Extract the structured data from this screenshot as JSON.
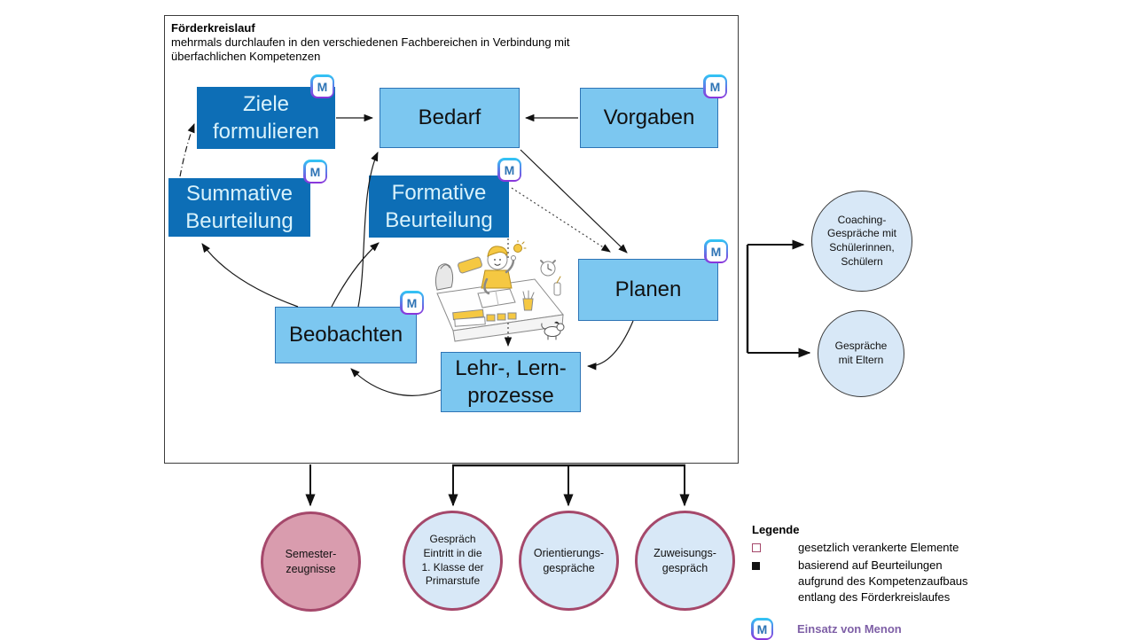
{
  "header": {
    "title": "Förderkreislauf",
    "subtitle": [
      "mehrmals durchlaufen in den verschiedenen Fachbereichen in Verbindung mit",
      "überfachlichen Kompetenzen"
    ]
  },
  "menon": {
    "letter": "M"
  },
  "boxes": {
    "ziele": {
      "lines": [
        "Ziele",
        "formulieren"
      ]
    },
    "bedarf": {
      "lines": [
        "Bedarf"
      ]
    },
    "vorgaben": {
      "lines": [
        "Vorgaben"
      ]
    },
    "summative": {
      "lines": [
        "Summative",
        "Beurteilung"
      ]
    },
    "formative": {
      "lines": [
        "Formative",
        "Beurteilung"
      ]
    },
    "planen": {
      "lines": [
        "Planen"
      ]
    },
    "beobachten": {
      "lines": [
        "Beobachten"
      ]
    },
    "lehr": {
      "lines": [
        "Lehr-, Lern-",
        "prozesse"
      ]
    }
  },
  "circles": {
    "coaching": {
      "lines": [
        "Coaching-",
        "Gespräche mit",
        "Schülerinnen,",
        "Schülern"
      ]
    },
    "eltern": {
      "lines": [
        "Gespräche",
        "mit Eltern"
      ]
    },
    "semester": {
      "lines": [
        "Semester-",
        "zeugnisse"
      ]
    },
    "eintritt": {
      "lines": [
        "Gespräch",
        "Eintritt in die",
        "1. Klasse der",
        "Primarstufe"
      ]
    },
    "orientierung": {
      "lines": [
        "Orientierungs-",
        "gespräche"
      ]
    },
    "zuweisung": {
      "lines": [
        "Zuweisungs-",
        "gespräch"
      ]
    }
  },
  "legend": {
    "title": "Legende",
    "item_square_outline": "gesetzlich verankerte Elemente",
    "item_square_filled": [
      "basierend auf Beurteilungen",
      "aufgrund des Kompetenzaufbaus",
      "entlang des Förderkreislaufes"
    ],
    "item_menon": "Einsatz von Menon"
  },
  "colors": {
    "box_light_fill": "#7CC7F0",
    "box_light_border": "#2E74B5",
    "box_dark_fill": "#0D6EB6",
    "box_dark_text": "#D9F2FB",
    "circle_blue_fill": "#D8E8F7",
    "circle_pink_fill": "#D99CAE",
    "circle_bottom_border": "#A5486B",
    "menon_border_top": "#2FC8F5",
    "menon_border_bottom": "#8C32DB",
    "menon_letter": "#2E74B5",
    "menon_text": "#7E5FA6"
  }
}
